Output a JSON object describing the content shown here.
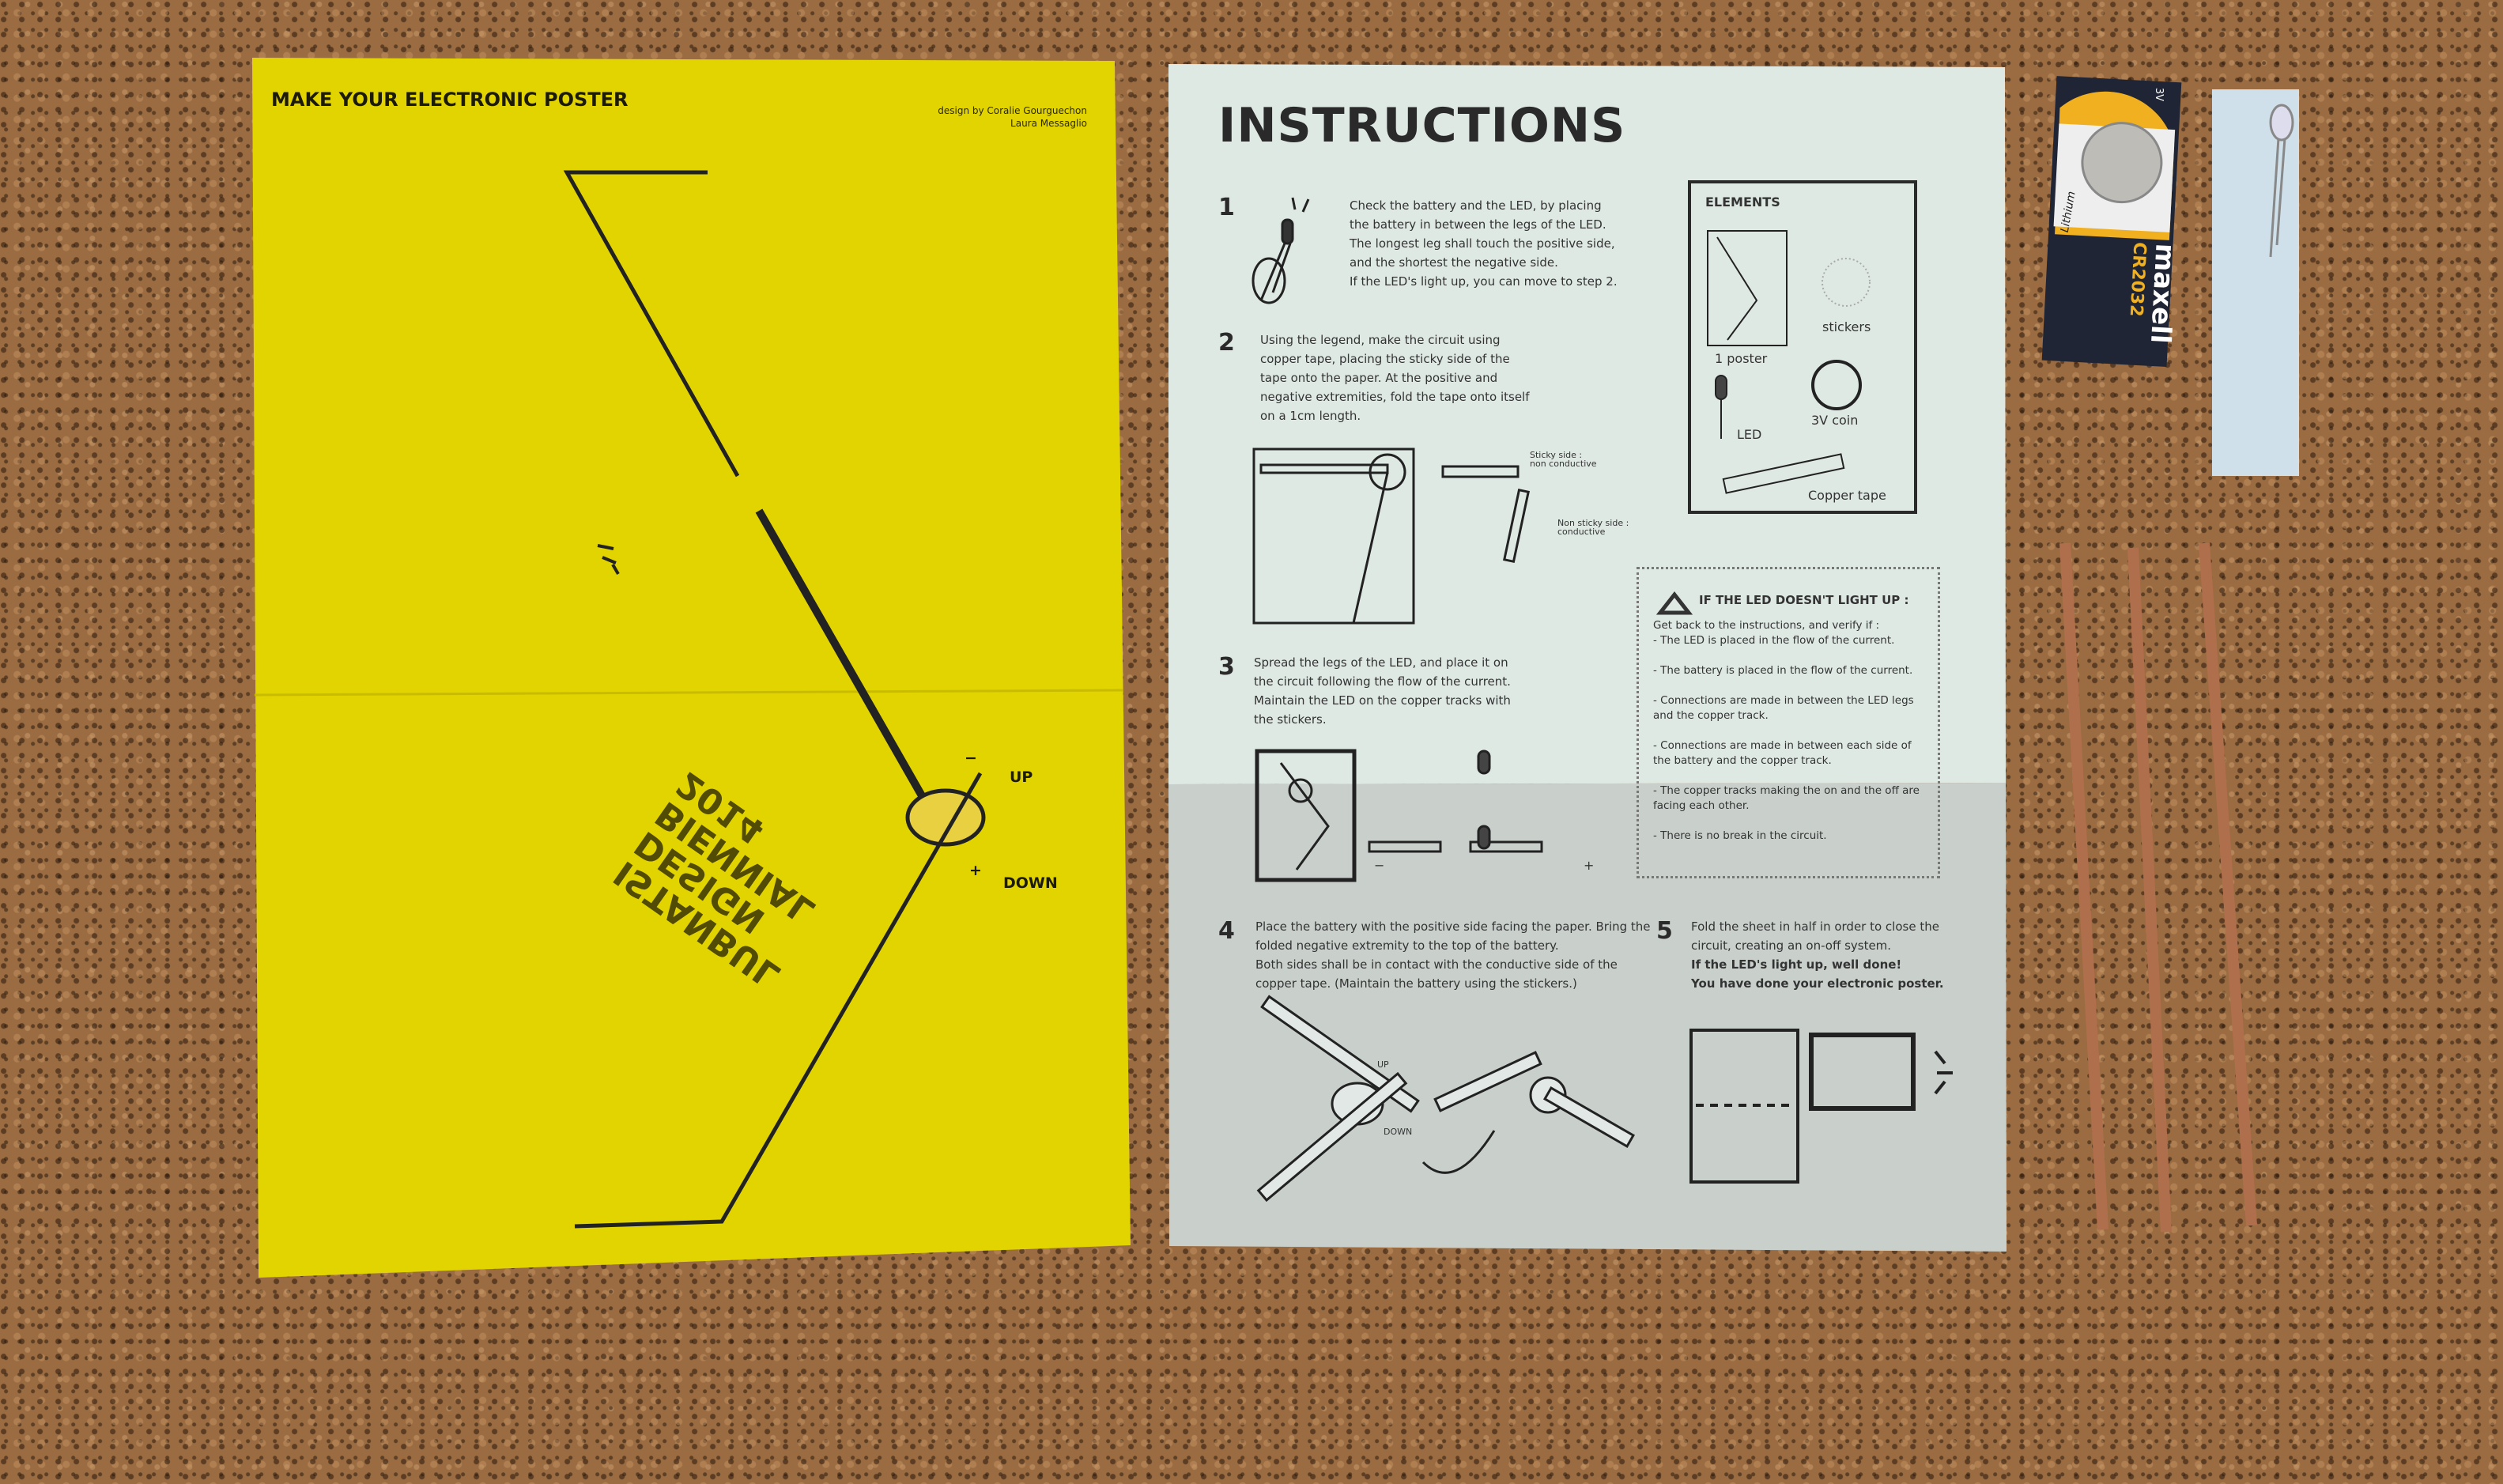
{
  "poster": {
    "title": "MAKE YOUR ELECTRONIC POSTER",
    "credit_line1": "design by Coralie Gourguechon",
    "credit_line2": "Laura Messaglio",
    "minus": "−",
    "plus": "+",
    "up": "UP",
    "down": "DOWN",
    "mirrored_text": [
      "2014",
      "BIENNIAL",
      "DESIGN",
      "ISTANBUL"
    ],
    "color": "#e2d400"
  },
  "instructions": {
    "title": "INSTRUCTIONS",
    "steps": [
      {
        "num": "1",
        "lines": [
          "Check the battery and the LED, by placing",
          "the battery in between the legs of the LED.",
          "The longest leg shall touch the positive side,",
          "and the shortest the negative side.",
          "If the LED's light up, you can move to step 2."
        ]
      },
      {
        "num": "2",
        "lines": [
          "Using the legend, make the circuit using",
          "copper tape, placing the sticky side of the",
          "tape onto the paper. At the positive and",
          "negative extremities, fold the tape onto itself",
          "on a 1cm length."
        ]
      },
      {
        "num": "3",
        "lines": [
          "Spread the legs of the LED, and place it on",
          "the circuit following the flow of the current.",
          "Maintain the LED on the copper tracks with",
          "the stickers."
        ]
      },
      {
        "num": "4",
        "lines": [
          "Place the battery with the positive side facing the paper. Bring the",
          "folded negative extremity to the top of the battery.",
          "Both sides shall be in contact with the conductive side of the",
          "copper tape. (Maintain the battery using the stickers.)"
        ]
      },
      {
        "num": "5",
        "lines": [
          "Fold the sheet in half in order to close the",
          "circuit, creating an on-off system."
        ],
        "bold_lines": [
          "If the LED's light up, well done!",
          "You have done your electronic poster."
        ]
      }
    ],
    "step2_labels": {
      "sticky": "Sticky side :",
      "sticky2": "non conductive",
      "nonsticky": "Non sticky side :",
      "nonsticky2": "conductive"
    },
    "step3_labels": {
      "minus": "−",
      "plus": "+"
    },
    "step4_labels": {
      "up": "UP",
      "down": "DOWN"
    },
    "elements": {
      "title": "ELEMENTS",
      "poster": "1 poster",
      "stickers": "stickers",
      "led": "LED",
      "coin": "3V coin",
      "tape": "Copper tape"
    },
    "warning": {
      "title": "IF THE LED DOESN'T LIGHT UP :",
      "intro": "Get back to the instructions, and verify if :",
      "items": [
        "- The LED is placed in the flow of the current.",
        "- The battery is placed in the flow of the current.",
        "- Connections are made in between the LED legs and the copper track.",
        "- Connections are made in between each side of the battery and the copper track.",
        "- The copper tracks making the on and the off are facing each other.",
        "- There is no break in the circuit."
      ]
    }
  },
  "battery": {
    "brand": "maxell",
    "model": "CR2032",
    "voltage": "3V",
    "type": "Lithium"
  }
}
